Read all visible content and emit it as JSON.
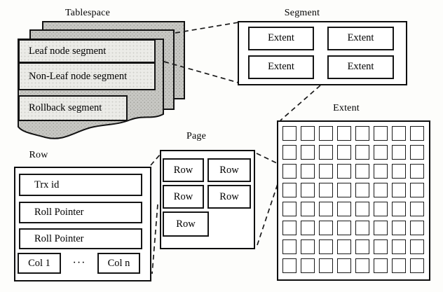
{
  "colors": {
    "background": "#fdfdfb",
    "sheet_gray": "#c7c7c3",
    "sheet_dot": "#93938c",
    "strip_light_gray": "#ebebe7",
    "line_black": "#121212"
  },
  "tablespace": {
    "label": "Tablespace",
    "segments": [
      {
        "label": "Leaf node segment"
      },
      {
        "label": "Non-Leaf node segment"
      },
      {
        "label": "Rollback segment"
      }
    ]
  },
  "segment": {
    "label": "Segment",
    "extents": [
      {
        "label": "Extent"
      },
      {
        "label": "Extent"
      },
      {
        "label": "Extent"
      },
      {
        "label": "Extent"
      }
    ]
  },
  "extent": {
    "label": "Extent",
    "grid": {
      "rows": 8,
      "cols": 8
    }
  },
  "page": {
    "label": "Page",
    "rows": [
      {
        "label": "Row"
      },
      {
        "label": "Row"
      },
      {
        "label": "Row"
      },
      {
        "label": "Row"
      },
      {
        "label": "Row"
      }
    ]
  },
  "row": {
    "label": "Row",
    "fields": [
      {
        "label": "Trx id"
      },
      {
        "label": "Roll Pointer"
      },
      {
        "label": "Roll Pointer"
      }
    ],
    "columns": {
      "first": "Col 1",
      "ellipsis": "···",
      "last": "Col n"
    }
  }
}
